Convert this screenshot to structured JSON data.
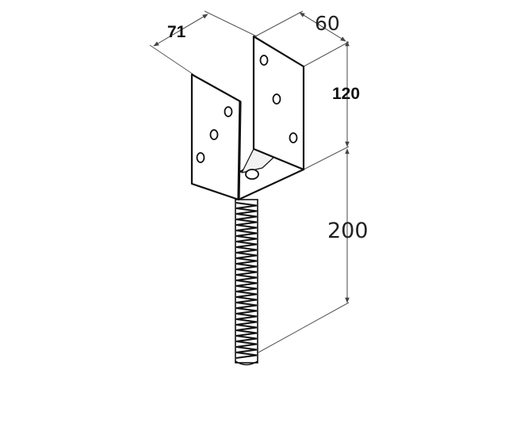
{
  "diagram": {
    "dimensions": {
      "width_a": "71",
      "width_b": "60",
      "bracket_height": "120",
      "rod_length": "200"
    },
    "colors": {
      "line": "#111111",
      "dim_line": "#444444",
      "fill": "#ffffff",
      "shade": "#f2f2f2"
    }
  }
}
